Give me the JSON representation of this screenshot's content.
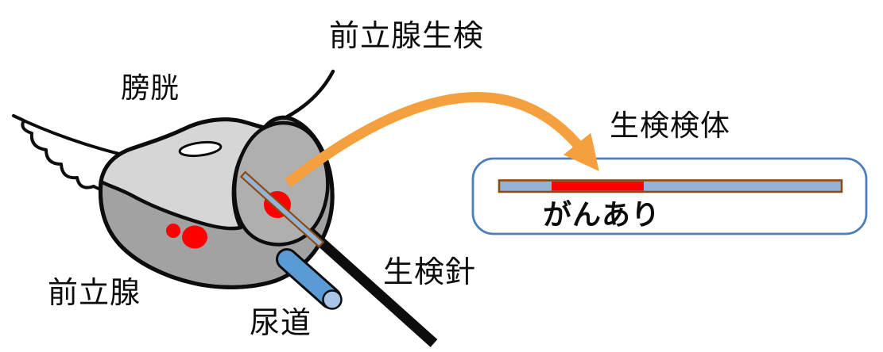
{
  "title": "前立腺生検",
  "labels": {
    "bladder": "膀胱",
    "prostate": "前立腺",
    "urethra": "尿道",
    "needle": "生検針",
    "specimen": "生検検体",
    "cancer": "がんあり"
  },
  "colors": {
    "arrow_orange": "#F5A03E",
    "specimen_box_border": "#4D7EBB",
    "core_fill_blue": "#95B3D7",
    "core_border_brown": "#8C4B11",
    "cancer_red": "#FF0000",
    "urethra_blue": "#5B9BD5",
    "urethra_cap_blue": "#A9C6E8",
    "prostate_top_gray": "#D6D6D6",
    "prostate_body_gray": "#A2A2A2",
    "cavity_gray": "#AFAFAF",
    "outline_black": "#0d0d0d"
  }
}
